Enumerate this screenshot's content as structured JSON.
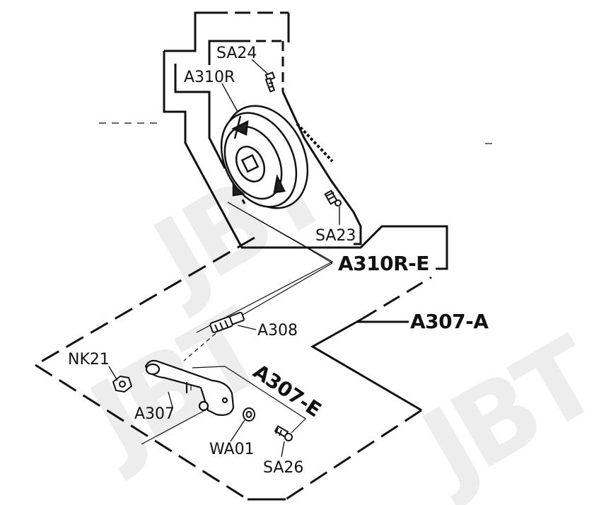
{
  "labels": {
    "sa24": "SA24",
    "a310r": "A310R",
    "sa23": "SA23",
    "a310r_e": "A310R-E",
    "a307_a": "A307-A",
    "a308": "A308",
    "nk21": "NK21",
    "a307_e": "A307-E",
    "a307": "A307",
    "wa01": "WA01",
    "sa26": "SA26"
  },
  "watermark": {
    "text": "JBT"
  },
  "colors": {
    "ink": "#111111",
    "watermark": "#ededed",
    "background": "#ffffff"
  }
}
